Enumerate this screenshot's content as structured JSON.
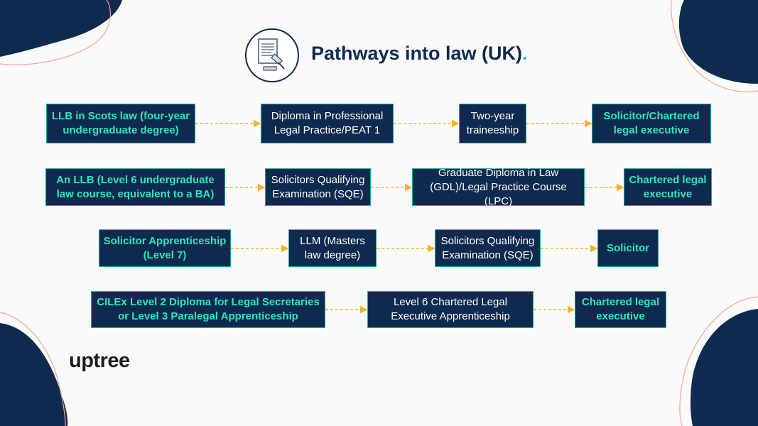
{
  "title": {
    "text": "Pathways into law (UK)",
    "accent_dot": "."
  },
  "brand": {
    "logo_text": "uptree"
  },
  "colors": {
    "navy": "#0f2a4f",
    "teal_text": "#2ee6bb",
    "box_border": "#1fae94",
    "arrow": "#f0b429",
    "outline_blob": "#f0a89a",
    "background": "#fafafa"
  },
  "icons": {
    "title_icon": "legal-document-gavel-icon"
  },
  "pathways": [
    {
      "steps": [
        {
          "label": "LLB in Scots law (four-year undergraduate degree)",
          "kind": "start"
        },
        {
          "label": "Diploma in Professional Legal Practice/PEAT 1",
          "kind": "mid"
        },
        {
          "label": "Two-year traineeship",
          "kind": "mid"
        },
        {
          "label": "Solicitor/Chartered legal executive",
          "kind": "end"
        }
      ]
    },
    {
      "steps": [
        {
          "label": "An LLB (Level 6 undergraduate law course, equivalent to a BA)",
          "kind": "start"
        },
        {
          "label": "Solicitors Qualifying Examination (SQE)",
          "kind": "mid"
        },
        {
          "label": "Graduate Diploma in Law (GDL)/Legal Practice Course (LPC)",
          "kind": "mid"
        },
        {
          "label": "Chartered legal executive",
          "kind": "end"
        }
      ]
    },
    {
      "steps": [
        {
          "label": "Solicitor Apprenticeship (Level 7)",
          "kind": "start"
        },
        {
          "label": "LLM (Masters law degree)",
          "kind": "mid"
        },
        {
          "label": "Solicitors Qualifying Examination (SQE)",
          "kind": "mid"
        },
        {
          "label": "Solicitor",
          "kind": "end"
        }
      ]
    },
    {
      "steps": [
        {
          "label": "CILEx Level 2 Diploma for Legal Secretaries or Level 3 Paralegal Apprenticeship",
          "kind": "start"
        },
        {
          "label": "Level 6 Chartered Legal Executive Apprenticeship",
          "kind": "mid"
        },
        {
          "label": "Chartered legal executive",
          "kind": "end"
        }
      ]
    }
  ]
}
